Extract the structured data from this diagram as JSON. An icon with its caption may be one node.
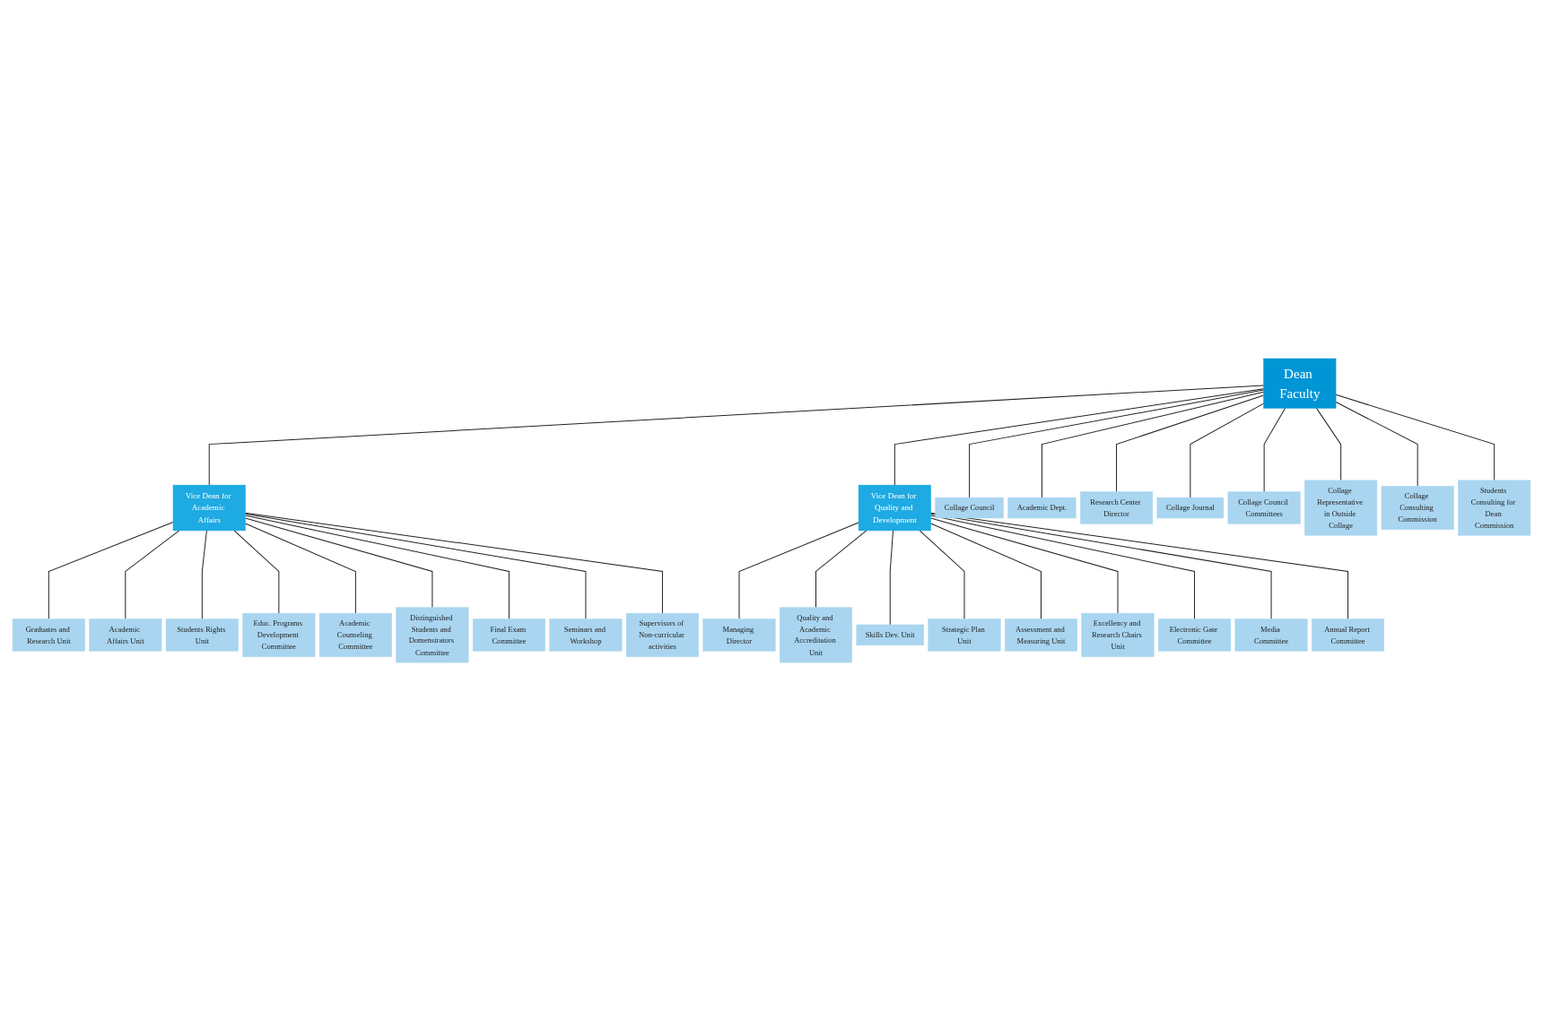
{
  "diagram": {
    "nodes": [
      {
        "text": [
          "Dean Faculty"
        ]
      },
      {
        "text": [
          "Vice Dean for Academic Affairs"
        ]
      },
      {
        "text": [
          "Vice Dean for Quality and Development"
        ]
      },
      {
        "text": [
          "Graduates and Research Unit"
        ]
      },
      {
        "text": [
          "Academic Affairs Unit"
        ]
      },
      {
        "text": [
          "Students Rights Unit"
        ]
      },
      {
        "text": [
          "Educ. Programs Development Committee"
        ]
      },
      {
        "text": [
          "Academic Counseling Committee"
        ]
      },
      {
        "text": [
          "Distinguished Students and Domenstrators Committee"
        ]
      },
      {
        "text": [
          "Final Exam Committee"
        ]
      },
      {
        "text": [
          "Seminars and Workshop"
        ]
      },
      {
        "text": [
          "Supervisors of Non-curricular activities"
        ]
      },
      {
        "text": [
          "Collage Council"
        ]
      },
      {
        "text": [
          "Academic Dept."
        ]
      },
      {
        "text": [
          "Research Center Director"
        ]
      },
      {
        "text": [
          "Collage Journal"
        ]
      },
      {
        "text": [
          "Collage Council Committees"
        ]
      },
      {
        "text": [
          "Collage Representative in Outside Collage"
        ]
      },
      {
        "text": [
          "Collage Consulting Commission"
        ]
      },
      {
        "text": [
          "Students Consulting for Dean Commission"
        ]
      },
      {
        "text": [
          "Managing Director"
        ]
      },
      {
        "text": [
          "Quality and Academic Accreditation Unit"
        ]
      },
      {
        "text": [
          "Skills Dev. Unit"
        ]
      },
      {
        "text": [
          "Strategic Plan Unit"
        ]
      },
      {
        "text": [
          "Assessment and Measuring Unit"
        ]
      },
      {
        "text": [
          "Excellency and Research Chairs Unit"
        ]
      },
      {
        "text": [
          "Electronic Gate Committee"
        ]
      },
      {
        "text": [
          "Media Committee"
        ]
      },
      {
        "text": [
          "Annual Report Committee"
        ]
      }
    ],
    "edges": [
      {
        "from": 0,
        "to": 1,
        "arrow": "none"
      },
      {
        "from": 0,
        "to": 2,
        "arrow": "none"
      },
      {
        "from": 1,
        "to": 3,
        "arrow": "none"
      },
      {
        "from": 1,
        "to": 4,
        "arrow": "none"
      },
      {
        "from": 1,
        "to": 5,
        "arrow": "none"
      },
      {
        "from": 1,
        "to": 6,
        "arrow": "none"
      },
      {
        "from": 1,
        "to": 7,
        "arrow": "none"
      },
      {
        "from": 1,
        "to": 8,
        "arrow": "none"
      },
      {
        "from": 1,
        "to": 9,
        "arrow": "none"
      },
      {
        "from": 1,
        "to": 10,
        "arrow": "none"
      },
      {
        "from": 1,
        "to": 11,
        "arrow": "none"
      },
      {
        "from": 0,
        "to": 12,
        "arrow": "none"
      },
      {
        "from": 0,
        "to": 13,
        "arrow": "none"
      },
      {
        "from": 0,
        "to": 14,
        "arrow": "none"
      },
      {
        "from": 0,
        "to": 15,
        "arrow": "none"
      },
      {
        "from": 0,
        "to": 16,
        "arrow": "none"
      },
      {
        "from": 0,
        "to": 17,
        "arrow": "none"
      },
      {
        "from": 0,
        "to": 18,
        "arrow": "none"
      },
      {
        "from": 0,
        "to": 19,
        "arrow": "none"
      },
      {
        "from": 2,
        "to": 20,
        "arrow": "none"
      },
      {
        "from": 2,
        "to": 21,
        "arrow": "none"
      },
      {
        "from": 2,
        "to": 22,
        "arrow": "none"
      },
      {
        "from": 2,
        "to": 23,
        "arrow": "none"
      },
      {
        "from": 2,
        "to": 24,
        "arrow": "none"
      },
      {
        "from": 2,
        "to": 25,
        "arrow": "none"
      },
      {
        "from": 2,
        "to": 26,
        "arrow": "none"
      },
      {
        "from": 2,
        "to": 27,
        "arrow": "none"
      },
      {
        "from": 2,
        "to": 28,
        "arrow": "none"
      }
    ]
  }
}
